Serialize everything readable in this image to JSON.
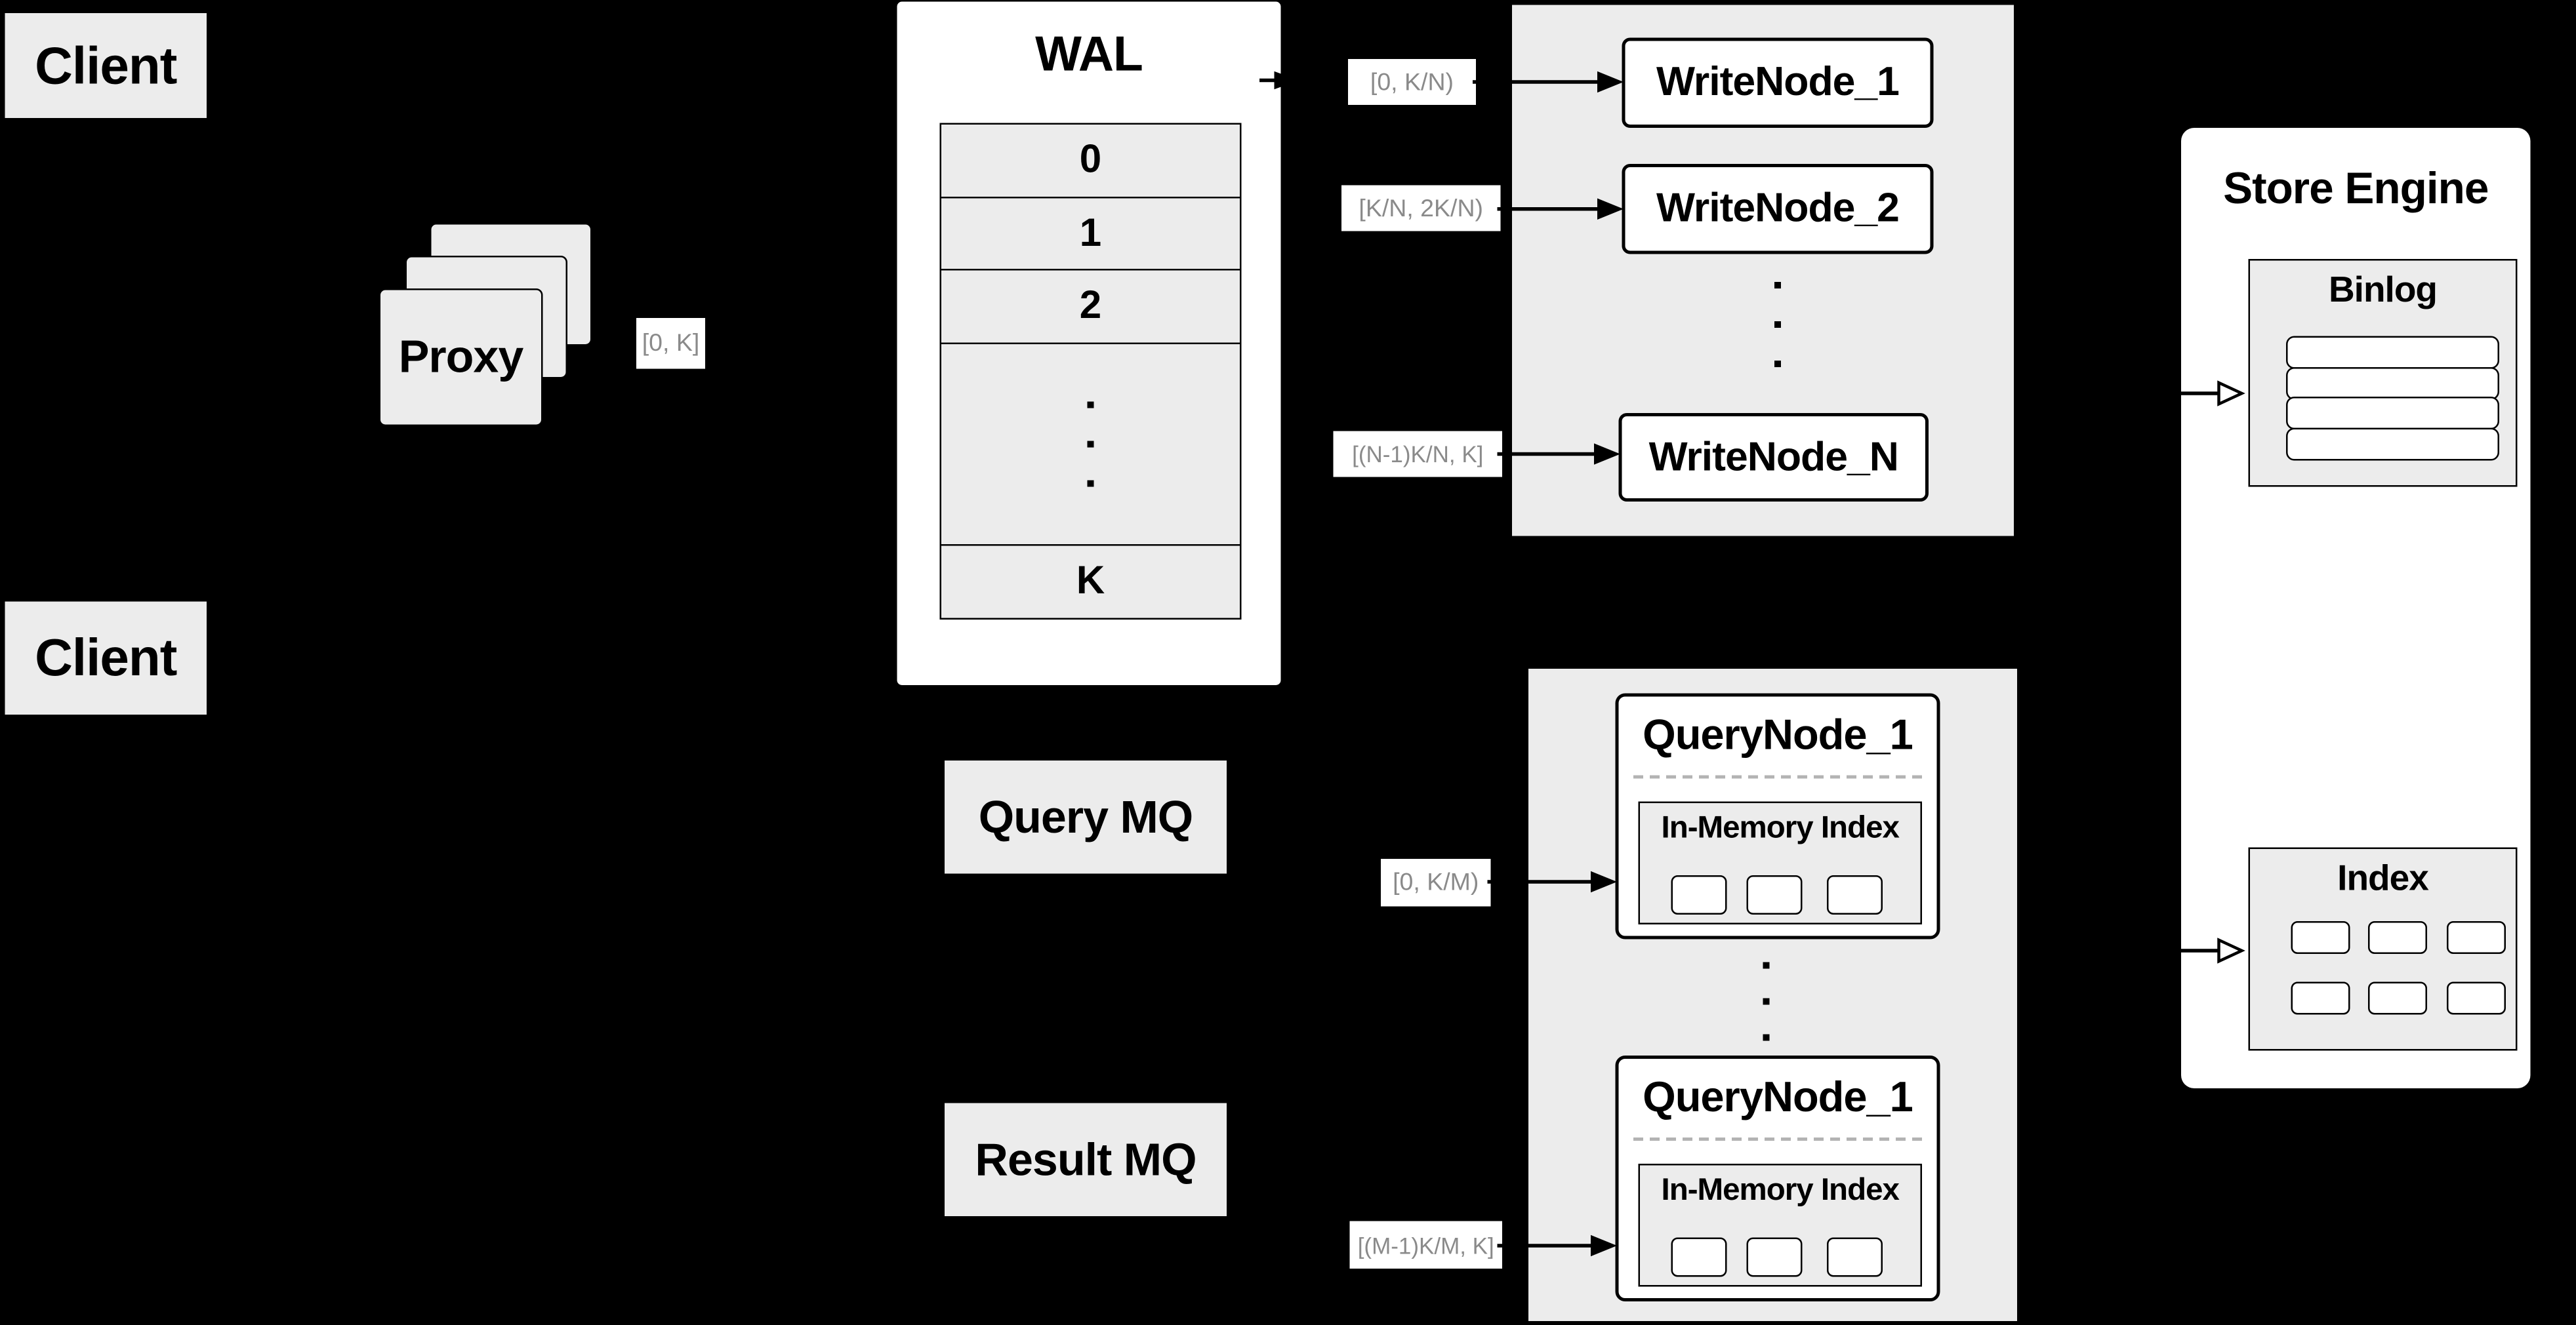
{
  "colors": {
    "background": "#000000",
    "box_fill": "#ececec",
    "node_fill": "#ffffff",
    "border": "#000000",
    "range_label_text": "#8a8a8a",
    "range_label_bg": "#ffffff"
  },
  "clients": {
    "top": "Client",
    "bottom": "Client"
  },
  "proxy": {
    "label": "Proxy"
  },
  "labels": {
    "proxy_range": "[0, K]",
    "wn1_range": "[0, K/N)",
    "wn2_range": "[K/N, 2K/N)",
    "wnN_range": "[(N-1)K/N, K]",
    "qn1_range": "[0, K/M)",
    "qn2_range": "[(M-1)K/M, K]"
  },
  "wal": {
    "title": "WAL",
    "rows": [
      "0",
      "1",
      "2"
    ],
    "last_row": "K"
  },
  "write_nodes": {
    "node1": "WriteNode_1",
    "node2": "WriteNode_2",
    "nodeN": "WriteNode_N"
  },
  "mq": {
    "query": "Query MQ",
    "result": "Result MQ"
  },
  "query_nodes": {
    "node1": {
      "title": "QueryNode_1",
      "index_title": "In-Memory Index"
    },
    "node2": {
      "title": "QueryNode_1",
      "index_title": "In-Memory Index"
    }
  },
  "store_engine": {
    "title": "Store Engine",
    "binlog": "Binlog",
    "index": "Index"
  }
}
